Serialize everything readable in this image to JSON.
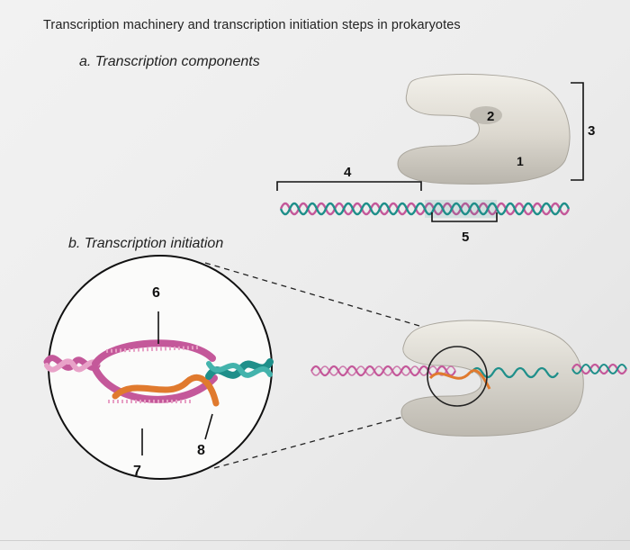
{
  "header": {
    "title": "Transcription machinery and transcription initiation steps in prokaryotes"
  },
  "section_a": {
    "heading": "a. Transcription components",
    "labels": {
      "one": "1",
      "two": "2",
      "three": "3",
      "four": "4",
      "five": "5"
    }
  },
  "section_b": {
    "heading": "b. Transcription initiation",
    "labels": {
      "six": "6",
      "seven": "7",
      "eight": "8"
    }
  },
  "colors": {
    "dna_strand_pink": "#c4589a",
    "dna_strand_teal": "#1f8f8a",
    "rna_orange": "#e07a2e",
    "polymerase_grey": "#dedbd2"
  }
}
